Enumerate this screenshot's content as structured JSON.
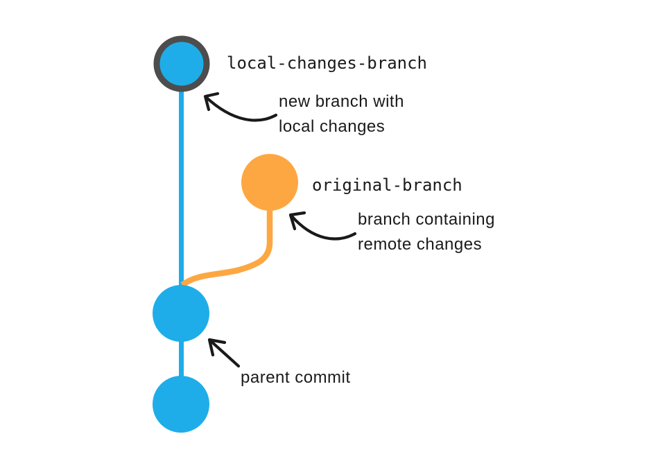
{
  "colors": {
    "blue": "#1FADE9",
    "orange": "#FDA742",
    "ring": "#4D4D4D",
    "ink": "#1A1A1A",
    "background": "#FFFFFF"
  },
  "branch_labels": {
    "local": "local-changes-branch",
    "original": "original-branch"
  },
  "annotations": {
    "new_branch_line1": "new branch with",
    "new_branch_line2": "local changes",
    "remote_line1": "branch containing",
    "remote_line2": "remote changes",
    "parent_commit": "parent commit"
  }
}
